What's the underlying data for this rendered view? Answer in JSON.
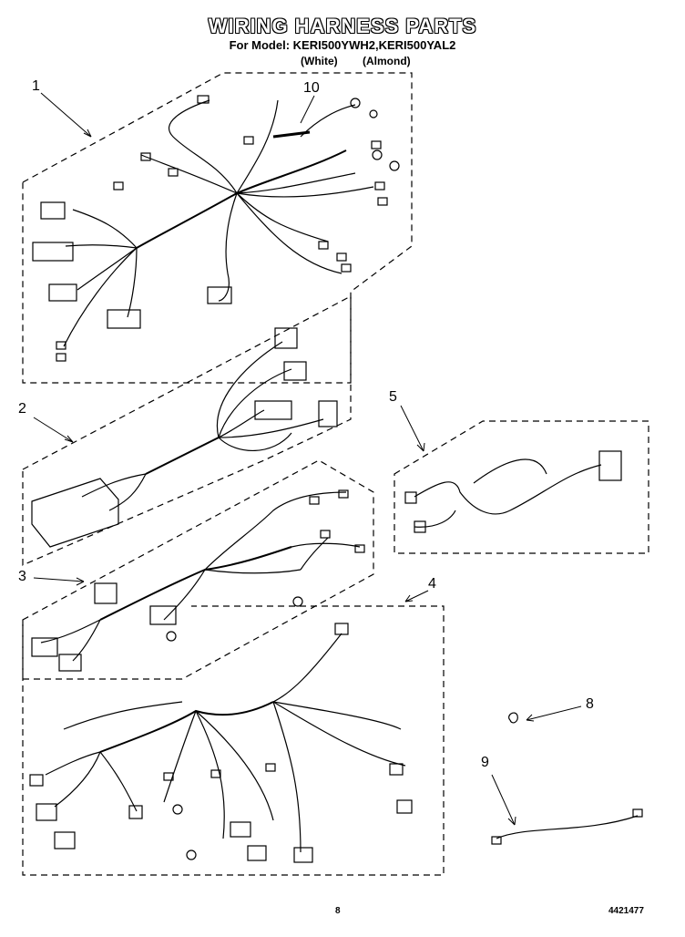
{
  "header": {
    "title": "WIRING HARNESS PARTS",
    "model_line": "For Model: KERI500YWH2,KERI500YAL2",
    "variant_white": "(White)",
    "variant_almond": "(Almond)"
  },
  "callouts": [
    "1",
    "10",
    "2",
    "5",
    "3",
    "4",
    "8",
    "9"
  ],
  "footer": {
    "page_number": "8",
    "doc_number": "4421477"
  },
  "colors": {
    "line": "#000000",
    "background": "#ffffff"
  }
}
